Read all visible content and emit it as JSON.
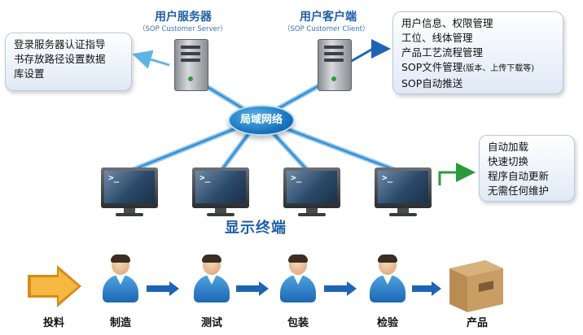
{
  "servers": {
    "user_server": {
      "title": "用户服务器",
      "subtitle": "（SOP Customer Server）"
    },
    "user_client": {
      "title": "用户客户端",
      "subtitle": "（SOP Customer Client）"
    }
  },
  "left_box": {
    "lines": [
      "登录服务器认证指导",
      "书存放路径设置数据",
      "库设置"
    ]
  },
  "right_box": {
    "lines": [
      "用户信息、权限管理",
      "工位、线体管理",
      "产品工艺流程管理"
    ],
    "sop_doc": {
      "main": "SOP文件管理",
      "note": "(版本、上传下载等)"
    },
    "last": "SOP自动推送"
  },
  "network_label": "局域网络",
  "terminal_title": "显示终端",
  "terminal_box": {
    "lines": [
      "自动加载",
      "快速切换",
      "程序自动更新",
      "无需任何维护"
    ]
  },
  "monitor_prompt": ">_",
  "process_steps": [
    "投料",
    "制造",
    "测试",
    "包装",
    "检验",
    "产品"
  ],
  "colors": {
    "accent_blue": "#1f5fa8",
    "arrow_blue": "#1f64b4",
    "arrow_green": "#2a9a3c",
    "arrow_orange": "#f0a020"
  }
}
